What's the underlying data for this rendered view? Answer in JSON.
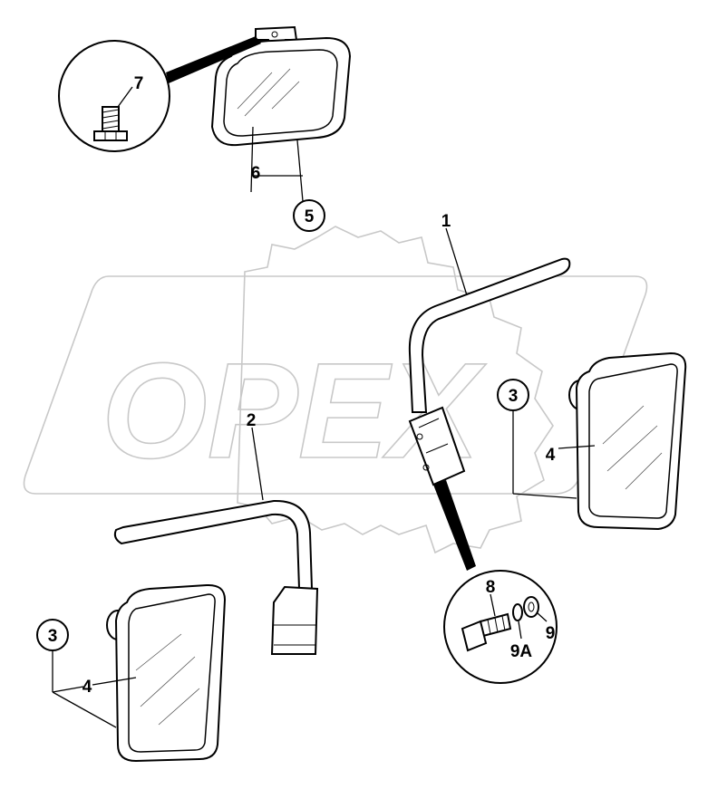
{
  "watermark": {
    "text": "OPEX"
  },
  "callouts": {
    "c1": "1",
    "c2": "2",
    "c3a": "3",
    "c3b": "3",
    "c4a": "4",
    "c4b": "4",
    "c5": "5",
    "c6": "6",
    "c7": "7",
    "c8": "8",
    "c9": "9",
    "c9a": "9A"
  },
  "colors": {
    "line": "#000000",
    "watermark": "#c8c8c8",
    "background": "#ffffff"
  }
}
